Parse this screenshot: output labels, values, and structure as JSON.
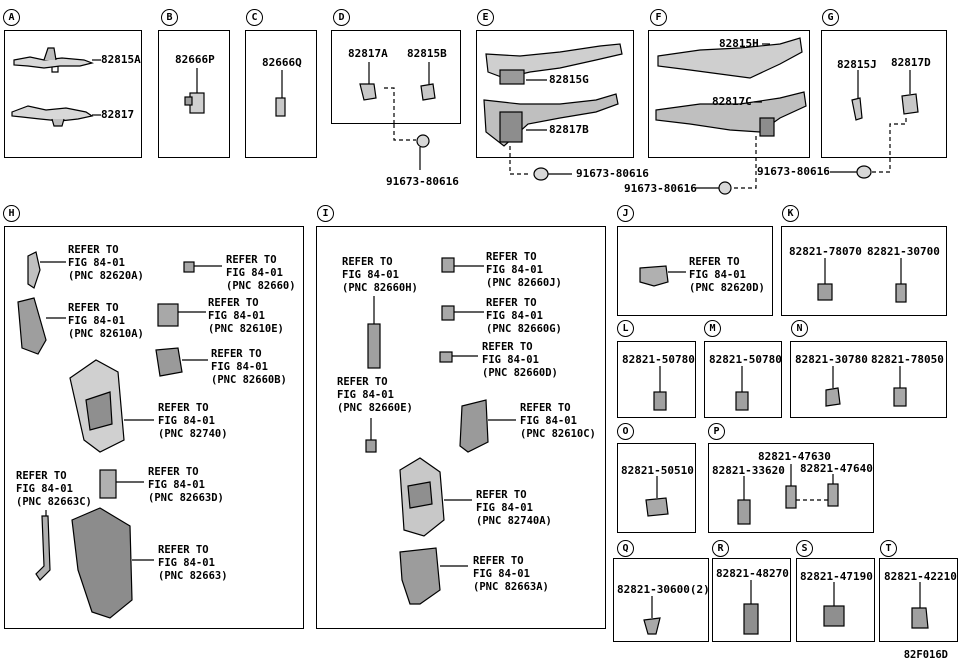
{
  "sections": {
    "A": {
      "letter": "A",
      "parts": [
        "82815A",
        "82817"
      ]
    },
    "B": {
      "letter": "B",
      "parts": [
        "82666P"
      ]
    },
    "C": {
      "letter": "C",
      "parts": [
        "82666Q"
      ]
    },
    "D": {
      "letter": "D",
      "parts": [
        "82817A",
        "82815B"
      ],
      "fastener": "91673-80616"
    },
    "E": {
      "letter": "E",
      "parts": [
        "82815G",
        "82817B"
      ],
      "fastener": "91673-80616"
    },
    "F": {
      "letter": "F",
      "parts": [
        "82815H",
        "82817C"
      ],
      "fastener": "91673-80616"
    },
    "G": {
      "letter": "G",
      "parts": [
        "82815J",
        "82817D"
      ],
      "fastener": "91673-80616"
    },
    "H": {
      "letter": "H",
      "refs": [
        [
          "REFER TO",
          "FIG 84-01",
          "(PNC 82620A)"
        ],
        [
          "REFER TO",
          "FIG 84-01",
          "(PNC 82660)"
        ],
        [
          "REFER TO",
          "FIG 84-01",
          "(PNC 82610A)"
        ],
        [
          "REFER TO",
          "FIG 84-01",
          "(PNC 82610E)"
        ],
        [
          "REFER TO",
          "FIG 84-01",
          "(PNC 82660B)"
        ],
        [
          "REFER TO",
          "FIG 84-01",
          "(PNC 82740)"
        ],
        [
          "REFER TO",
          "FIG 84-01",
          "(PNC 82663C)"
        ],
        [
          "REFER TO",
          "FIG 84-01",
          "(PNC 82663D)"
        ],
        [
          "REFER TO",
          "FIG 84-01",
          "(PNC 82663)"
        ]
      ]
    },
    "I": {
      "letter": "I",
      "refs": [
        [
          "REFER TO",
          "FIG 84-01",
          "(PNC 82660H)"
        ],
        [
          "REFER TO",
          "FIG 84-01",
          "(PNC 82660J)"
        ],
        [
          "REFER TO",
          "FIG 84-01",
          "(PNC 82660G)"
        ],
        [
          "REFER TO",
          "FIG 84-01",
          "(PNC 82660D)"
        ],
        [
          "REFER TO",
          "FIG 84-01",
          "(PNC 82660E)"
        ],
        [
          "REFER TO",
          "FIG 84-01",
          "(PNC 82610C)"
        ],
        [
          "REFER TO",
          "FIG 84-01",
          "(PNC 82740A)"
        ],
        [
          "REFER TO",
          "FIG 84-01",
          "(PNC 82663A)"
        ]
      ]
    },
    "J": {
      "letter": "J",
      "refs": [
        [
          "REFER TO",
          "FIG 84-01",
          "(PNC 82620D)"
        ]
      ]
    },
    "K": {
      "letter": "K",
      "parts": [
        "82821-78070",
        "82821-30700"
      ]
    },
    "L": {
      "letter": "L",
      "parts": [
        "82821-50780"
      ]
    },
    "M": {
      "letter": "M",
      "parts": [
        "82821-50780"
      ]
    },
    "N": {
      "letter": "N",
      "parts": [
        "82821-30780",
        "82821-78050"
      ]
    },
    "O": {
      "letter": "O",
      "parts": [
        "82821-50510"
      ]
    },
    "P": {
      "letter": "P",
      "parts": [
        "82821-47630",
        "82821-33620",
        "82821-47640"
      ]
    },
    "Q": {
      "letter": "Q",
      "parts": [
        "82821-30600(2)"
      ]
    },
    "R": {
      "letter": "R",
      "parts": [
        "82821-48270"
      ]
    },
    "S": {
      "letter": "S",
      "parts": [
        "82821-47190"
      ]
    },
    "T": {
      "letter": "T",
      "parts": [
        "82821-42210"
      ]
    }
  },
  "figure_code": "82F016D"
}
